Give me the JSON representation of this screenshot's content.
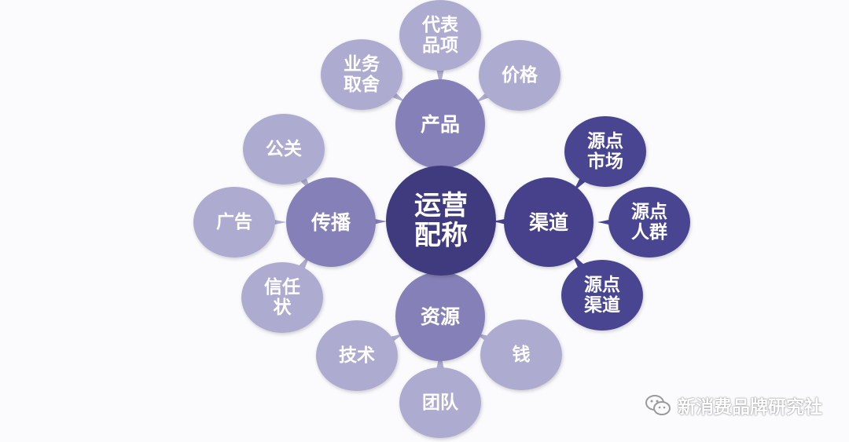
{
  "center": {
    "lines": [
      "运营",
      "配称"
    ],
    "color": "#3f3a7e"
  },
  "hubs": [
    {
      "id": "product",
      "lines": [
        "产品"
      ],
      "color": "#8580b8"
    },
    {
      "id": "comm",
      "lines": [
        "传播"
      ],
      "color": "#8580b8"
    },
    {
      "id": "channel",
      "lines": [
        "渠道"
      ],
      "color": "#46418a"
    },
    {
      "id": "resource",
      "lines": [
        "资源"
      ],
      "color": "#8580b8"
    }
  ],
  "leaves": [
    {
      "hub": "product",
      "lines": [
        "代表",
        "品项"
      ],
      "color": "#aeabd0"
    },
    {
      "hub": "product",
      "lines": [
        "业务",
        "取舍"
      ],
      "color": "#aeabd0"
    },
    {
      "hub": "product",
      "lines": [
        "价格"
      ],
      "color": "#aeabd0"
    },
    {
      "hub": "comm",
      "lines": [
        "公关"
      ],
      "color": "#aeabd0"
    },
    {
      "hub": "comm",
      "lines": [
        "广告"
      ],
      "color": "#aeabd0"
    },
    {
      "hub": "comm",
      "lines": [
        "信任",
        "状"
      ],
      "color": "#aeabd0"
    },
    {
      "hub": "channel",
      "lines": [
        "源点",
        "市场"
      ],
      "color": "#4a4590"
    },
    {
      "hub": "channel",
      "lines": [
        "源点",
        "人群"
      ],
      "color": "#4a4590"
    },
    {
      "hub": "channel",
      "lines": [
        "源点",
        "渠道"
      ],
      "color": "#4a4590"
    },
    {
      "hub": "resource",
      "lines": [
        "技术"
      ],
      "color": "#aeabd0"
    },
    {
      "hub": "resource",
      "lines": [
        "钱"
      ],
      "color": "#aeabd0"
    },
    {
      "hub": "resource",
      "lines": [
        "团队"
      ],
      "color": "#aeabd0"
    }
  ],
  "watermark": {
    "text": "新消费品牌研究社",
    "icon": "wechat-icon"
  }
}
